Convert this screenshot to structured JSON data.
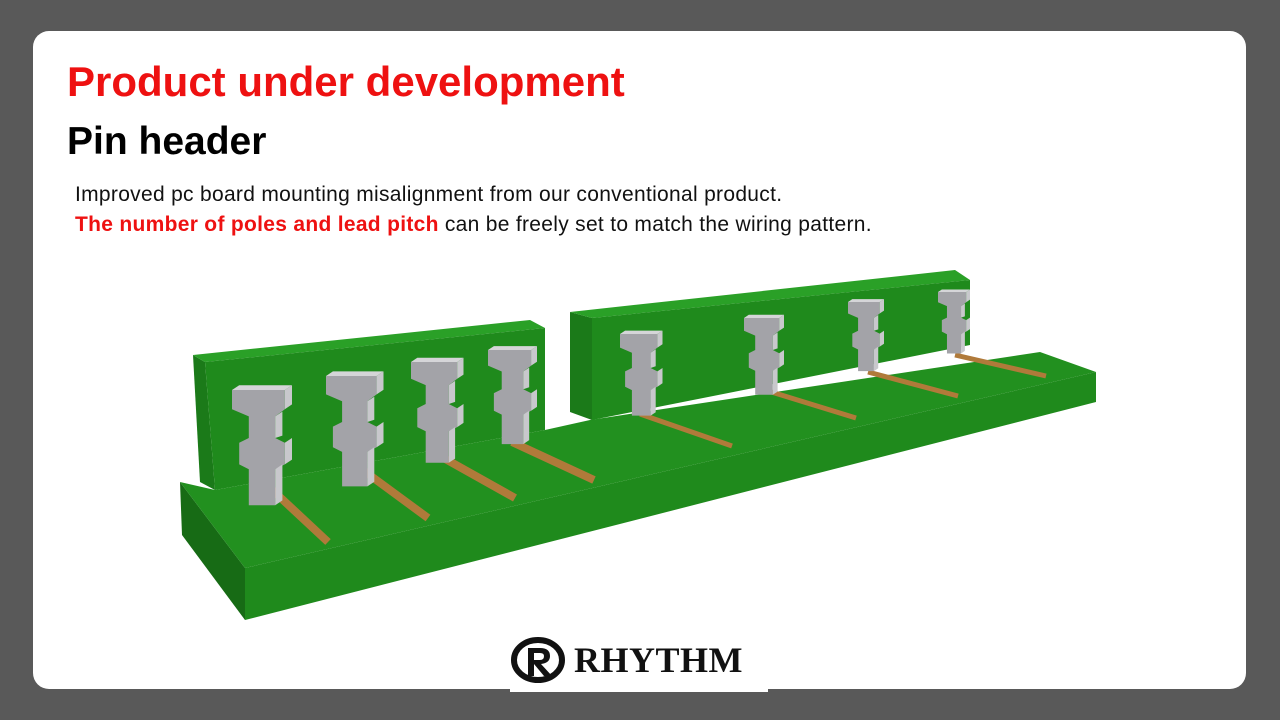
{
  "slide": {
    "title": "Product under development",
    "subtitle": "Pin header",
    "description_line1": "Improved pc board mounting misalignment from our conventional product.",
    "description_line2_highlight": "The number of poles and lead pitch",
    "description_line2_rest": " can be freely set to match the wiring pattern.",
    "logo_text": "RHYTHM"
  },
  "colors": {
    "title": "#ee1111",
    "board": "#21891f",
    "trace": "#b07a3a",
    "pin": "#a0a0a4"
  }
}
